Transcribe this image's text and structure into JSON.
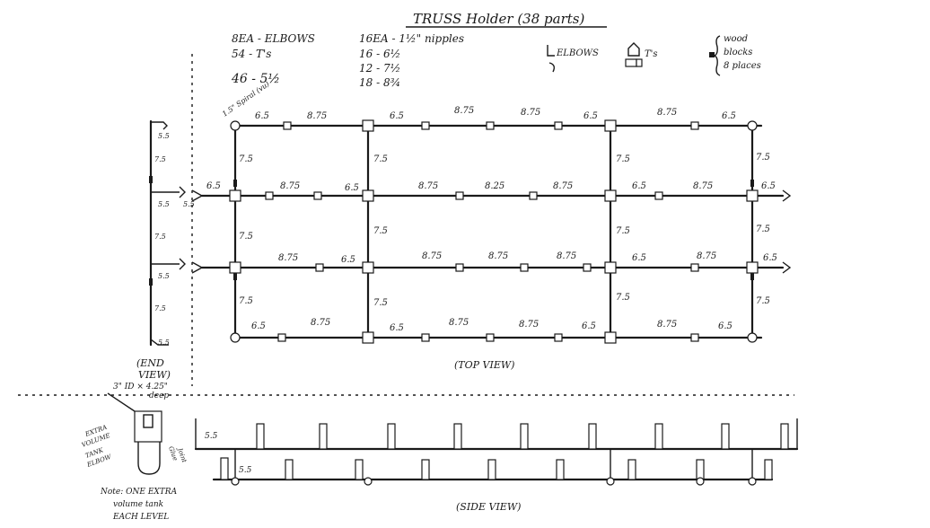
{
  "title": "TRUSS Holder (38 parts)",
  "parts_list": {
    "col1": [
      "8EA - ELBOWS",
      "54 - T's",
      "46 - 5½"
    ],
    "col2": [
      "16EA - 1½\" nipples",
      "16 - 6½",
      "12 - 7½",
      "18 - 8¾"
    ],
    "legend_elbows": "ELBOWS",
    "legend_ts": "T's",
    "legend_blocks": [
      "wood",
      "blocks",
      "8 places"
    ]
  },
  "corner_note": "1.5\" Spiral (vu)",
  "top_view": {
    "label": "(TOP VIEW)",
    "row1": [
      "6.5",
      "8.75",
      "6.5",
      "8.75",
      "8.75",
      "6.5",
      "8.75",
      "6.5"
    ],
    "row2": [
      "6.5",
      "8.75",
      "6.5",
      "8.75",
      "8.25",
      "8.75",
      "6.5",
      "8.75",
      "6.5"
    ],
    "row3": [
      "8.75",
      "6.5",
      "8.75",
      "8.75",
      "8.75",
      "6.5",
      "8.75",
      "6.5"
    ],
    "row4": [
      "6.5",
      "8.75",
      "6.5",
      "8.75",
      "8.75",
      "6.5",
      "8.75",
      "6.5"
    ],
    "vertical_left": [
      "7.5",
      "7.5",
      "7.5"
    ],
    "vertical_mid": [
      "7.5",
      "7.5",
      "7.5"
    ],
    "vertical_right1": [
      "7.5",
      "7.5",
      "7.5"
    ],
    "vertical_right2": [
      "7.5",
      "7.5",
      "7.5"
    ],
    "end_left": [
      "5.5",
      "7.5",
      "5.5",
      "5.5",
      "7.5",
      "5.5",
      "7.5",
      "5.5"
    ]
  },
  "end_view": {
    "label_line1": "(END",
    "label_line2": "VIEW)",
    "spec_line1": "3\" ID × 4.25\"",
    "spec_line2": "deep",
    "extra": [
      "EXTRA",
      "VOLUME",
      "TANK"
    ],
    "elbow": "ELBOW",
    "glue": [
      "Glue",
      "Joint"
    ],
    "note": [
      "Note: ONE EXTRA",
      "volume tank",
      "EACH LEVEL"
    ]
  },
  "side_view": {
    "label": "(SIDE VIEW)",
    "dim_top": "5.5",
    "dim_inner": "5.5"
  }
}
